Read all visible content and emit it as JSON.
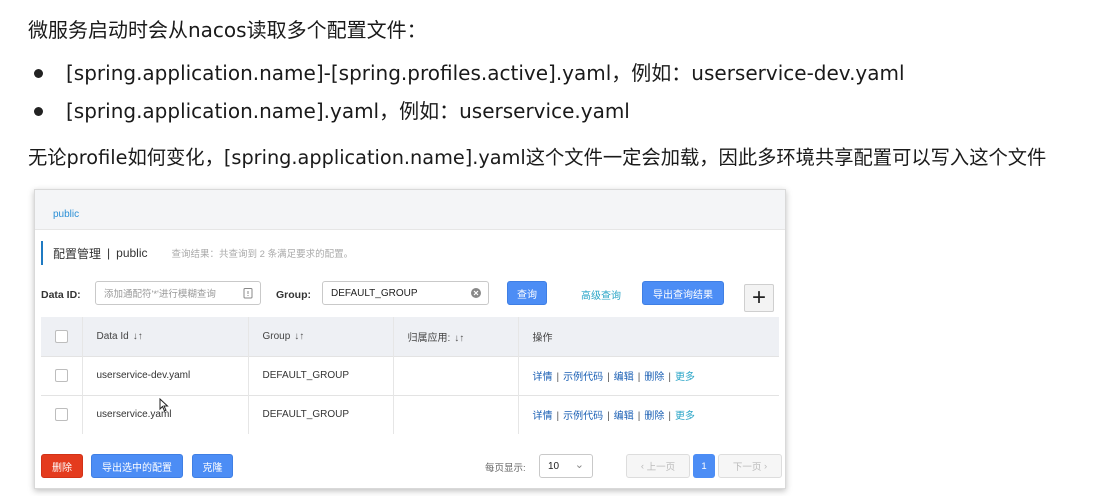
{
  "slide": {
    "intro": "微服务启动时会从nacos读取多个配置文件：",
    "bullet1": "[spring.application.name]-[spring.profiles.active].yaml，例如：userservice-dev.yaml",
    "bullet2": "[spring.application.name].yaml，例如：userservice.yaml",
    "note": "无论profile如何变化，[spring.application.name].yaml这个文件一定会加载，因此多环境共享配置可以写入这个文件"
  },
  "screenshot": {
    "namespace_tab": "public",
    "title": "配置管理",
    "title_sep": "|",
    "title_namespace": "public",
    "query_result": "查询结果：共查询到 2 条满足要求的配置。",
    "data_id_label": "Data ID:",
    "data_id_placeholder": "添加通配符'*'进行模糊查询",
    "group_label": "Group:",
    "group_value": "DEFAULT_GROUP",
    "query_button": "查询",
    "advanced_query": "高级查询",
    "export_results_button": "导出查询结果",
    "add_button": "+",
    "table": {
      "headers": [
        "Data Id",
        "Group",
        "归属应用:",
        "操作"
      ],
      "sort_icon": "↓↑",
      "rows": [
        {
          "data_id": "userservice-dev.yaml",
          "group": "DEFAULT_GROUP",
          "app": ""
        },
        {
          "data_id": "userservice.yaml",
          "group": "DEFAULT_GROUP",
          "app": ""
        }
      ],
      "actions": {
        "detail": "详情",
        "sample_code": "示例代码",
        "edit": "编辑",
        "delete": "删除",
        "more": "更多",
        "sep": "|"
      }
    },
    "delete_button": "删除",
    "export_selected_button": "导出选中的配置",
    "clone_button": "克隆",
    "page_size_label": "每页显示:",
    "page_size": "10",
    "prev_page": "上一页",
    "current_page": "1",
    "next_page": "下一页"
  },
  "colors": {
    "primary": "#4c8df5",
    "danger": "#e43b1e",
    "link": "#1a5fb4",
    "accent_link": "#2aa5c7"
  }
}
